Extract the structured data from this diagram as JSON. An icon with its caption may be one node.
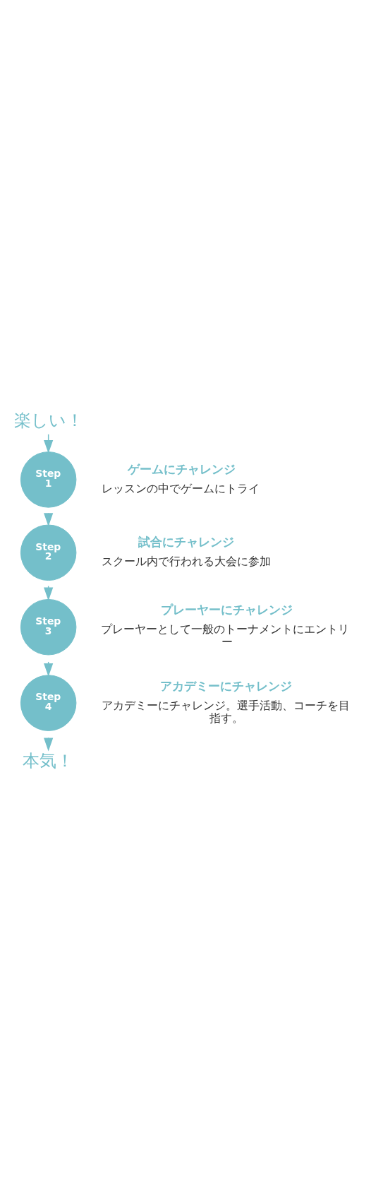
{
  "diagram": {
    "nodes": [
      {
        "text": [
          "楽しい！"
        ]
      },
      {
        "text": [
          "Step 1"
        ],
        "beside": [
          "ゲームにチャレンジ",
          "レッスンの中でゲームにトライ"
        ]
      },
      {
        "text": [
          "Step 2"
        ],
        "beside": [
          "試合にチャレンジ",
          "スクール内で行われる大会に参加"
        ]
      },
      {
        "text": [
          "Step 3"
        ],
        "beside": [
          "プレーヤーにチャレンジ",
          "プレーヤーとして一般のトーナメントにエントリー"
        ]
      },
      {
        "text": [
          "Step 4"
        ],
        "beside": [
          "アカデミーにチャレンジ",
          "アカデミーにチャレンジ。選手活動、コーチを目指す。"
        ]
      },
      {
        "text": [
          "本気！"
        ]
      }
    ],
    "edges": [
      {
        "from": 0,
        "to": 1,
        "arrow": "to"
      },
      {
        "from": 1,
        "to": 2,
        "arrow": "to"
      },
      {
        "from": 2,
        "to": 3,
        "arrow": "to"
      },
      {
        "from": 3,
        "to": 4,
        "arrow": "to"
      },
      {
        "from": 4,
        "to": 5,
        "arrow": "to"
      }
    ]
  }
}
